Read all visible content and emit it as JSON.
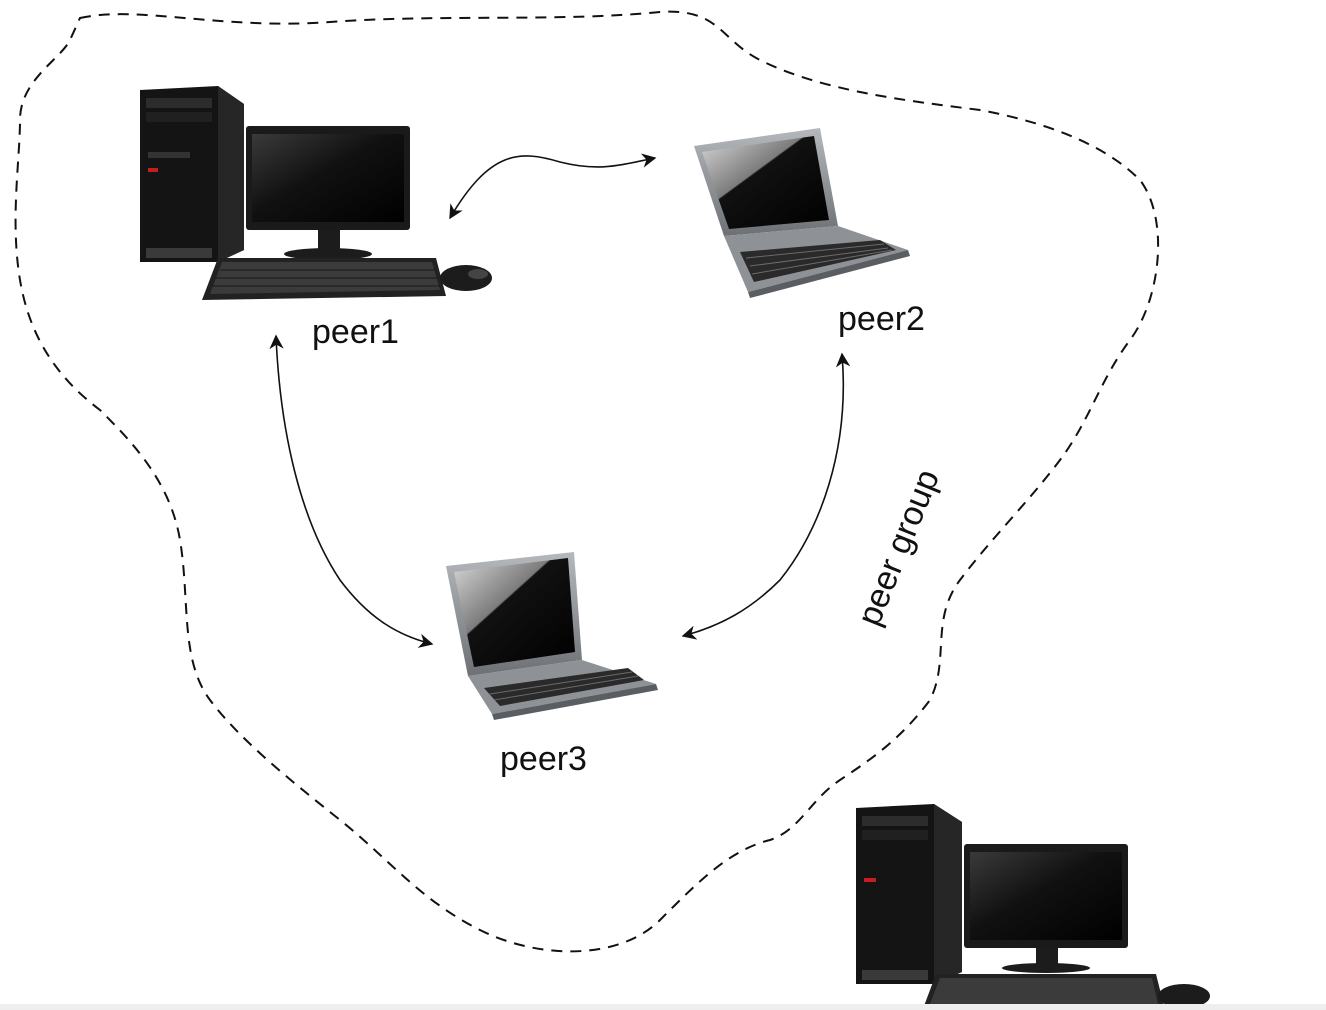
{
  "nodes": {
    "peer1": {
      "label": "peer1",
      "device": "desktop-computer-icon"
    },
    "peer2": {
      "label": "peer2",
      "device": "laptop-icon"
    },
    "peer3": {
      "label": "peer3",
      "device": "laptop-icon"
    },
    "outside": {
      "device": "desktop-computer-icon"
    }
  },
  "group": {
    "label": "peer group"
  },
  "links": [
    {
      "from": "peer1",
      "to": "peer2",
      "bidirectional": true
    },
    {
      "from": "peer1",
      "to": "peer3",
      "bidirectional": true
    },
    {
      "from": "peer2",
      "to": "peer3",
      "bidirectional": true
    }
  ],
  "colors": {
    "line": "#111111",
    "case": "#141414",
    "screen": "#0b0b0b",
    "laptop_body": "#8e9196",
    "accent": "#c41e1e"
  }
}
